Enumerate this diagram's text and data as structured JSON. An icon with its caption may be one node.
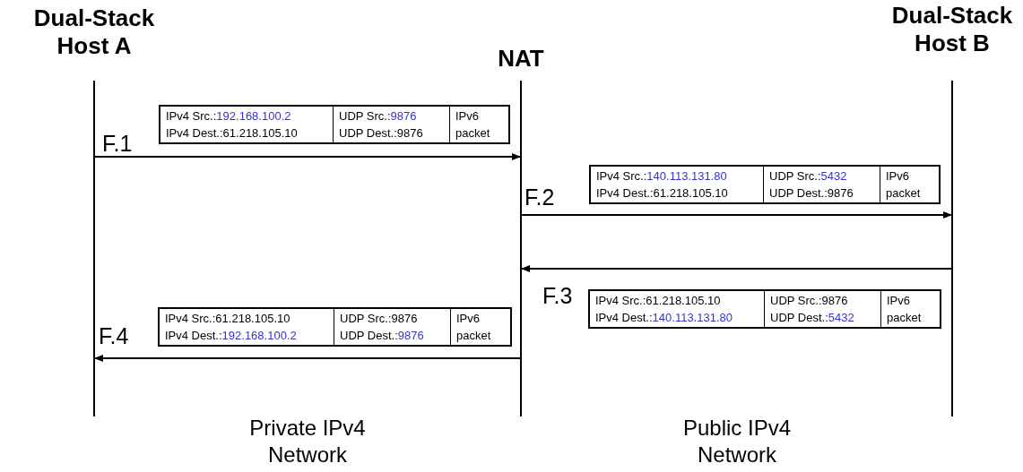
{
  "diagram": {
    "nodes": [
      {
        "text": [
          "Dual-Stack Host A"
        ]
      },
      {
        "text": [
          "NAT"
        ]
      },
      {
        "text": [
          "Dual-Stack Host B"
        ]
      },
      {
        "text": [
          "IPv4 Src.:192.168.100.2",
          "IPv4 Dest.:61.218.105.10",
          "UDP Src.:9876",
          "UDP Dest.:9876",
          "IPv6 packet"
        ]
      },
      {
        "text": [
          "IPv4 Src.:140.113.131.80",
          "IPv4 Dest.:61.218.105.10",
          "UDP Src.:5432",
          "UDP Dest.:9876",
          "IPv6 packet"
        ]
      },
      {
        "text": [
          "IPv4 Src.:61.218.105.10",
          "IPv4 Dest.:140.113.131.80",
          "UDP Src.:9876",
          "UDP Dest.:5432",
          "IPv6 packet"
        ]
      },
      {
        "text": [
          "IPv4 Src.:61.218.105.10",
          "IPv4 Dest.:192.168.100.2",
          "UDP Src.:9876",
          "UDP Dest.:9876",
          "IPv6 packet"
        ]
      }
    ],
    "edges": [
      {
        "from": 0,
        "to": 1,
        "arrow": "to",
        "label": "F.1"
      },
      {
        "from": 1,
        "to": 2,
        "arrow": "to",
        "label": "F.2"
      },
      {
        "from": 2,
        "to": 1,
        "arrow": "to",
        "label": "F.3"
      },
      {
        "from": 1,
        "to": 0,
        "arrow": "to",
        "label": "F.4"
      }
    ],
    "labels": [
      "Private IPv4 Network",
      "Public IPv4 Network"
    ]
  }
}
